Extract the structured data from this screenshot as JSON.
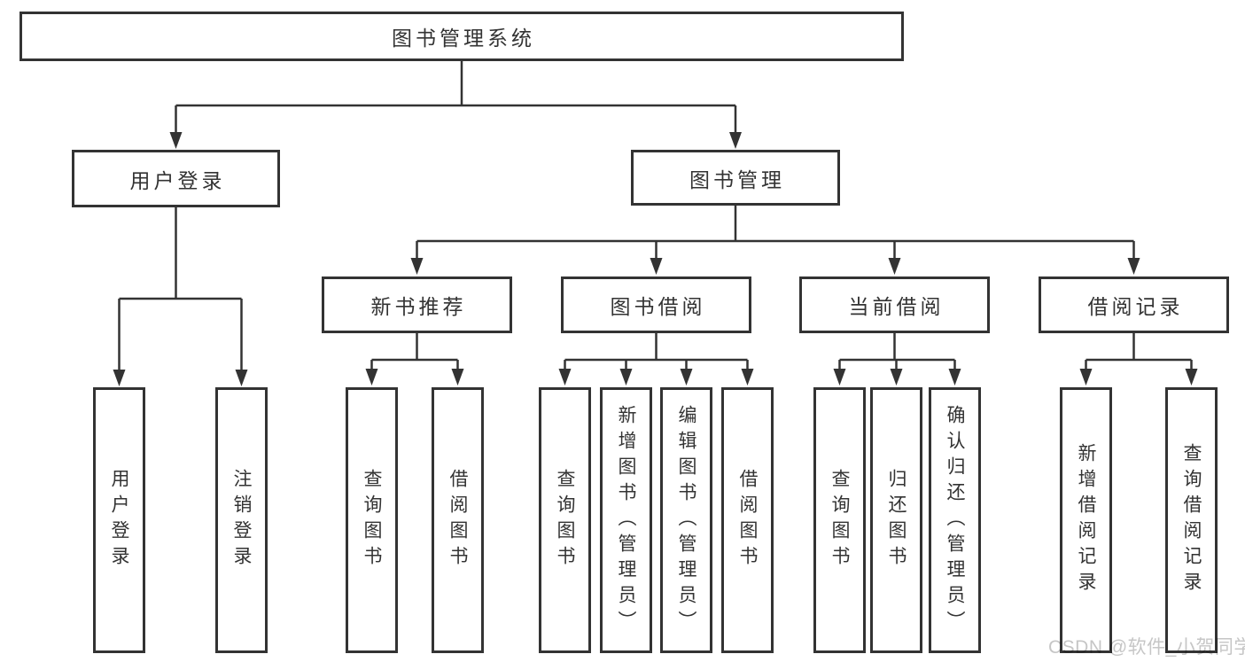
{
  "diagram": {
    "root": "图书管理系统",
    "branches": [
      {
        "label": "用户登录",
        "children": [
          "用户登录",
          "注销登录"
        ]
      },
      {
        "label": "图书管理",
        "sections": [
          {
            "label": "新书推荐",
            "children": [
              "查询图书",
              "借阅图书"
            ]
          },
          {
            "label": "图书借阅",
            "children": [
              "查询图书",
              "新增图书（管理员）",
              "编辑图书（管理员）",
              "借阅图书"
            ]
          },
          {
            "label": "当前借阅",
            "children": [
              "查询图书",
              "归还图书",
              "确认归还（管理员）"
            ]
          },
          {
            "label": "借阅记录",
            "children": [
              "新增借阅记录",
              "查询借阅记录"
            ]
          }
        ]
      }
    ],
    "colors": {
      "line": "#333333",
      "box_border": "#333333",
      "box_fill": "#ffffff",
      "text": "#333333",
      "watermark": "#c6c6c6"
    }
  },
  "watermark": "CSDN @软件_小贺同学"
}
